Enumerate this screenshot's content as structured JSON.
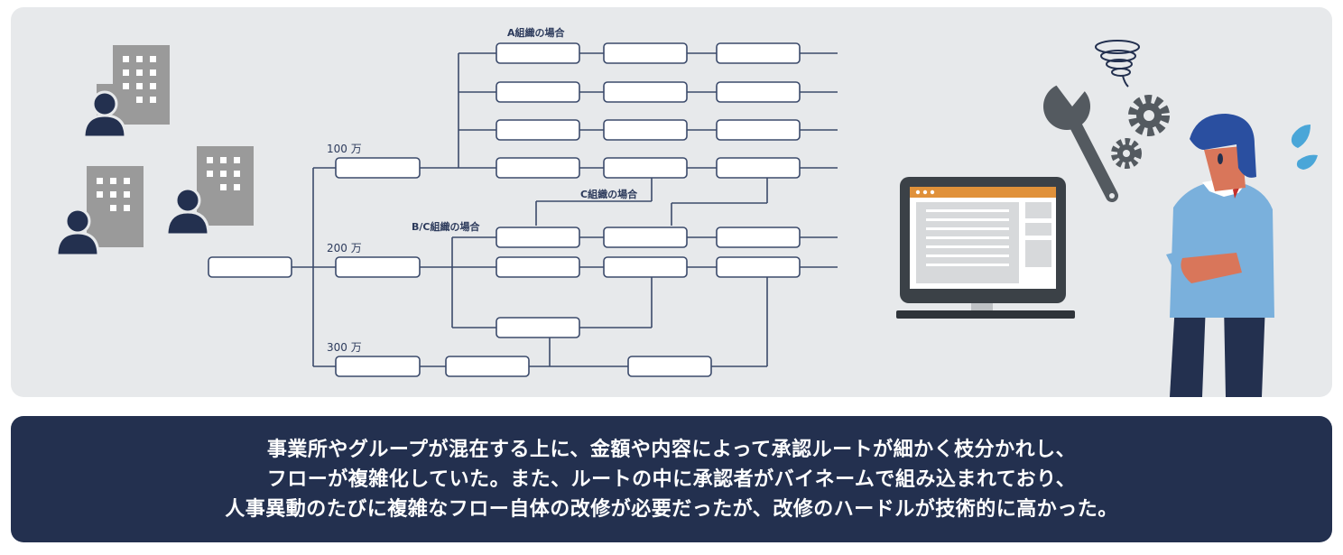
{
  "diagram": {
    "branch_labels": {
      "amount_100": "100 万",
      "amount_200": "200 万",
      "amount_300": "300 万"
    },
    "case_labels": {
      "org_a": "A組織の場合",
      "org_c": "C組織の場合",
      "org_bc": "B/C組織の場合"
    }
  },
  "illustration": {
    "people_icons": [
      "person-icon",
      "building-icon"
    ],
    "tool_icons": [
      "wrench-icon",
      "gear-icon",
      "dizzy-spiral-icon",
      "sweat-drops-icon"
    ],
    "device_icon": "laptop-icon"
  },
  "caption": {
    "lines": [
      "事業所やグループが混在する上に、金額や内容によって承認ルートが細かく枝分かれし、",
      "フローが複雑化していた。また、ルートの中に承認者がバイネームで組み込まれており、",
      "人事異動のたびに複雑なフロー自体の改修が必要だったが、改修のハードルが技術的に高かった。"
    ]
  },
  "colors": {
    "panel_bg": "#e7e9eb",
    "navy": "#23304f",
    "line": "#3b4a6b",
    "building": "#9a9a9a",
    "accent_blue": "#4aa6d8",
    "shirt": "#7ab0dc",
    "screen_header": "#e0913a",
    "tool_gray": "#545a60",
    "skin": "#d9765a"
  }
}
